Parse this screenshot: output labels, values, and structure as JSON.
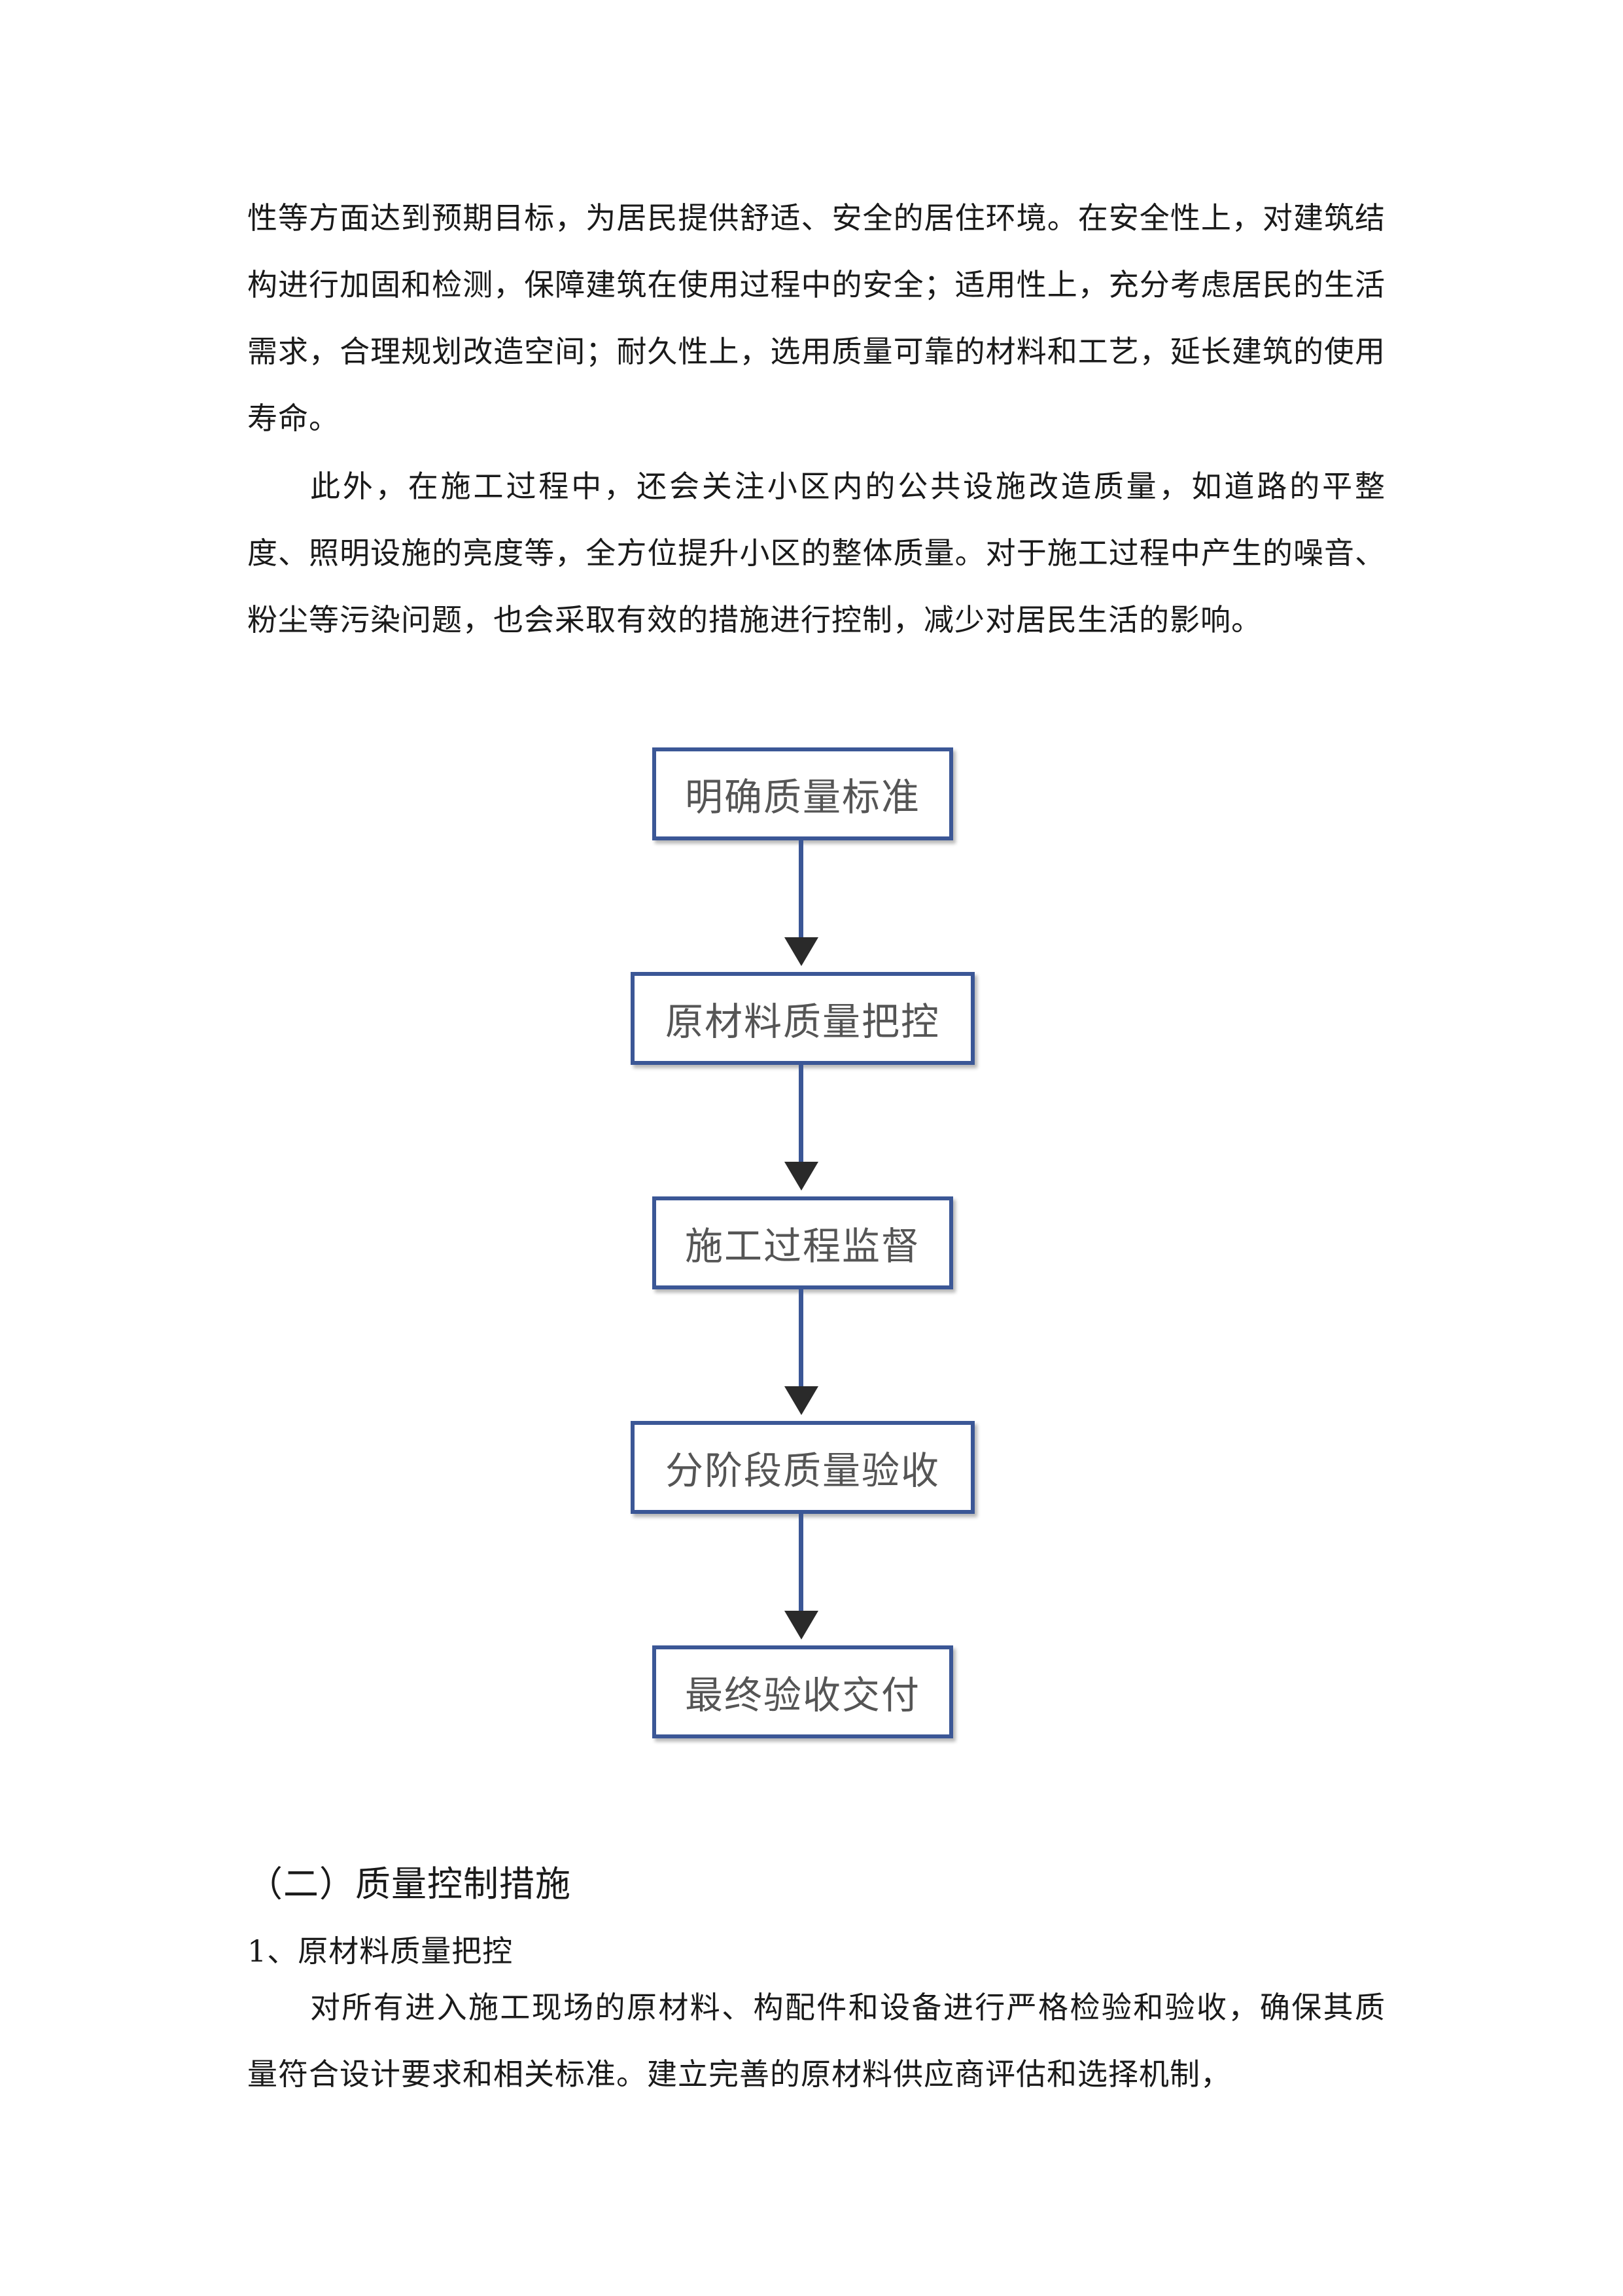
{
  "paragraphs": {
    "p1": "性等方面达到预期目标，为居民提供舒适、安全的居住环境。在安全性上，对建筑结构进行加固和检测，保障建筑在使用过程中的安全；适用性上，充分考虑居民的生活需求，合理规划改造空间；耐久性上，选用质量可靠的材料和工艺，延长建筑的使用寿命。",
    "p2": "此外，在施工过程中，还会关注小区内的公共设施改造质量，如道路的平整度、照明设施的亮度等，全方位提升小区的整体质量。对于施工过程中产生的噪音、粉尘等污染问题，也会采取有效的措施进行控制，减少对居民生活的影响。",
    "p3": "对所有进入施工现场的原材料、构配件和设备进行严格检验和验收，确保其质量符合设计要求和相关标准。建立完善的原材料供应商评估和选择机制，"
  },
  "flowchart": {
    "steps": [
      "明确质量标准",
      "原材料质量把控",
      "施工过程监督",
      "分阶段质量验收",
      "最终验收交付"
    ],
    "border_color": "#3b5796",
    "text_color": "#555555"
  },
  "headings": {
    "section": "（二）质量控制措施",
    "subsection": "1、原材料质量把控"
  }
}
